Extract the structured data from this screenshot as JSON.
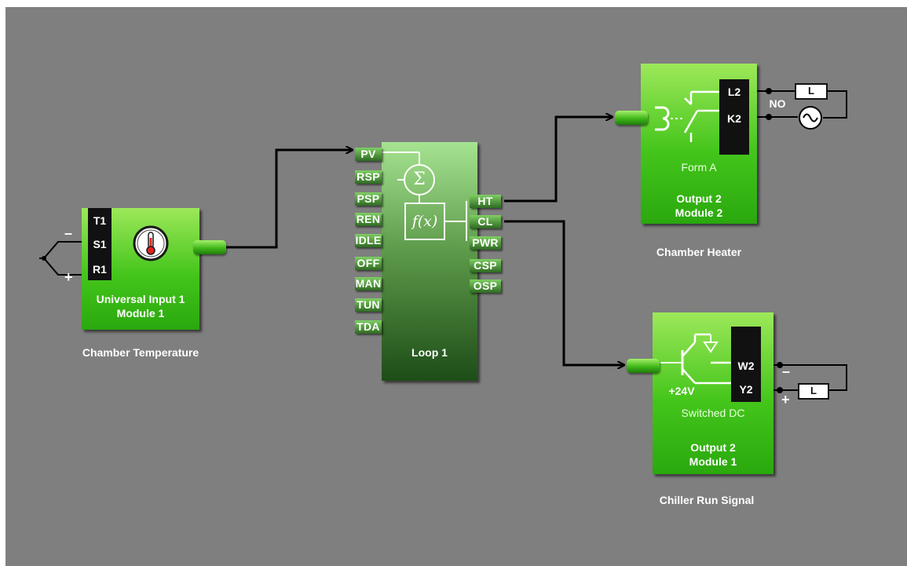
{
  "input_block": {
    "terminals": [
      "T1",
      "S1",
      "R1"
    ],
    "name_line1": "Universal Input 1",
    "name_line2": "Module 1",
    "caption": "Chamber Temperature",
    "minus": "–",
    "plus": "+"
  },
  "loop_block": {
    "inputs": [
      "PV",
      "RSP",
      "PSP",
      "REN",
      "IDLE",
      "OFF",
      "MAN",
      "TUN",
      "TDA"
    ],
    "outputs": [
      "HT",
      "CL",
      "PWR",
      "CSP",
      "OSP"
    ],
    "name": "Loop 1",
    "sum_symbol": "Σ",
    "func_symbol": "f(x)"
  },
  "heater_block": {
    "terminals": [
      "L2",
      "K2"
    ],
    "type": "Form A",
    "name_line1": "Output 2",
    "name_line2": "Module 2",
    "caption": "Chamber Heater",
    "contact": "NO",
    "load": "L"
  },
  "chiller_block": {
    "terminals": [
      "W2",
      "Y2"
    ],
    "supply": "+24V",
    "type": "Switched DC",
    "name_line1": "Output 2",
    "name_line2": "Module 1",
    "caption": "Chiller Run Signal",
    "load": "L",
    "minus": "–",
    "plus": "+"
  },
  "colors": {
    "background": "#7f7f7f",
    "block_green": "#44c51b",
    "loop_dark_green": "#1d4d17",
    "wire": "#000000"
  }
}
